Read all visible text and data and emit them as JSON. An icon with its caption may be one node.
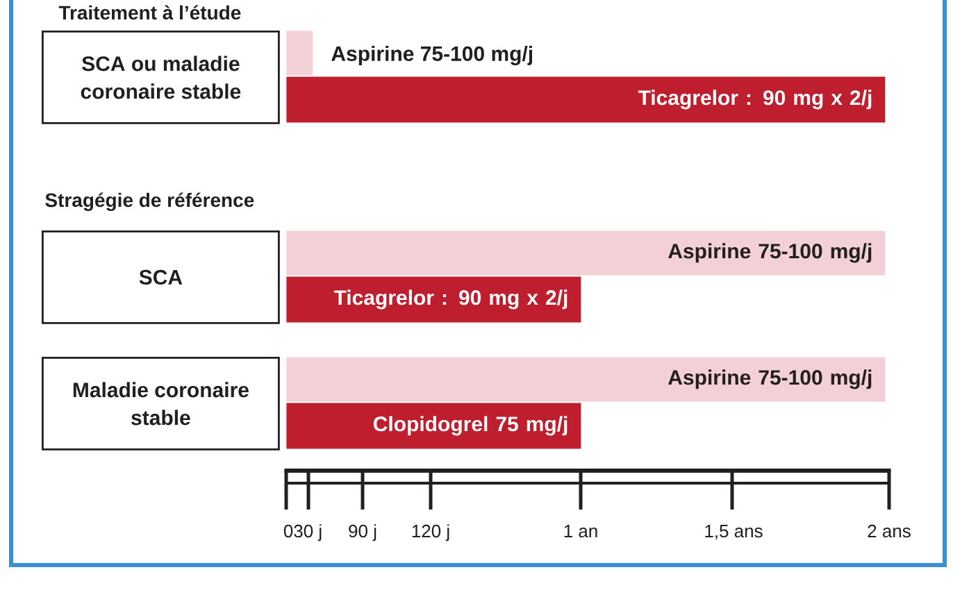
{
  "diagram": {
    "nodes": [
      {
        "text": [
          "SCA ou maladie coronaire stable"
        ]
      },
      {
        "text": [],
        "shape": "bar",
        "beside": [
          "Aspirine 75-100 mg/j"
        ]
      },
      {
        "text": [
          "Ticagrelor : 90 mg x 2/j"
        ]
      },
      {
        "text": [
          "SCA"
        ]
      },
      {
        "text": [
          "Aspirine 75-100 mg/j"
        ]
      },
      {
        "text": [
          "Ticagrelor : 90 mg x 2/j"
        ]
      },
      {
        "text": [
          "Maladie coronaire stable"
        ]
      },
      {
        "text": [
          "Aspirine 75-100 mg/j"
        ]
      },
      {
        "text": [
          "Clopidogrel 75 mg/j"
        ]
      }
    ],
    "labels": [
      "Traitement à l’étude",
      "Stragégie de référence",
      "030 j",
      "90 j",
      "120 j",
      "1 an",
      "1,5 ans",
      "2 ans"
    ]
  }
}
